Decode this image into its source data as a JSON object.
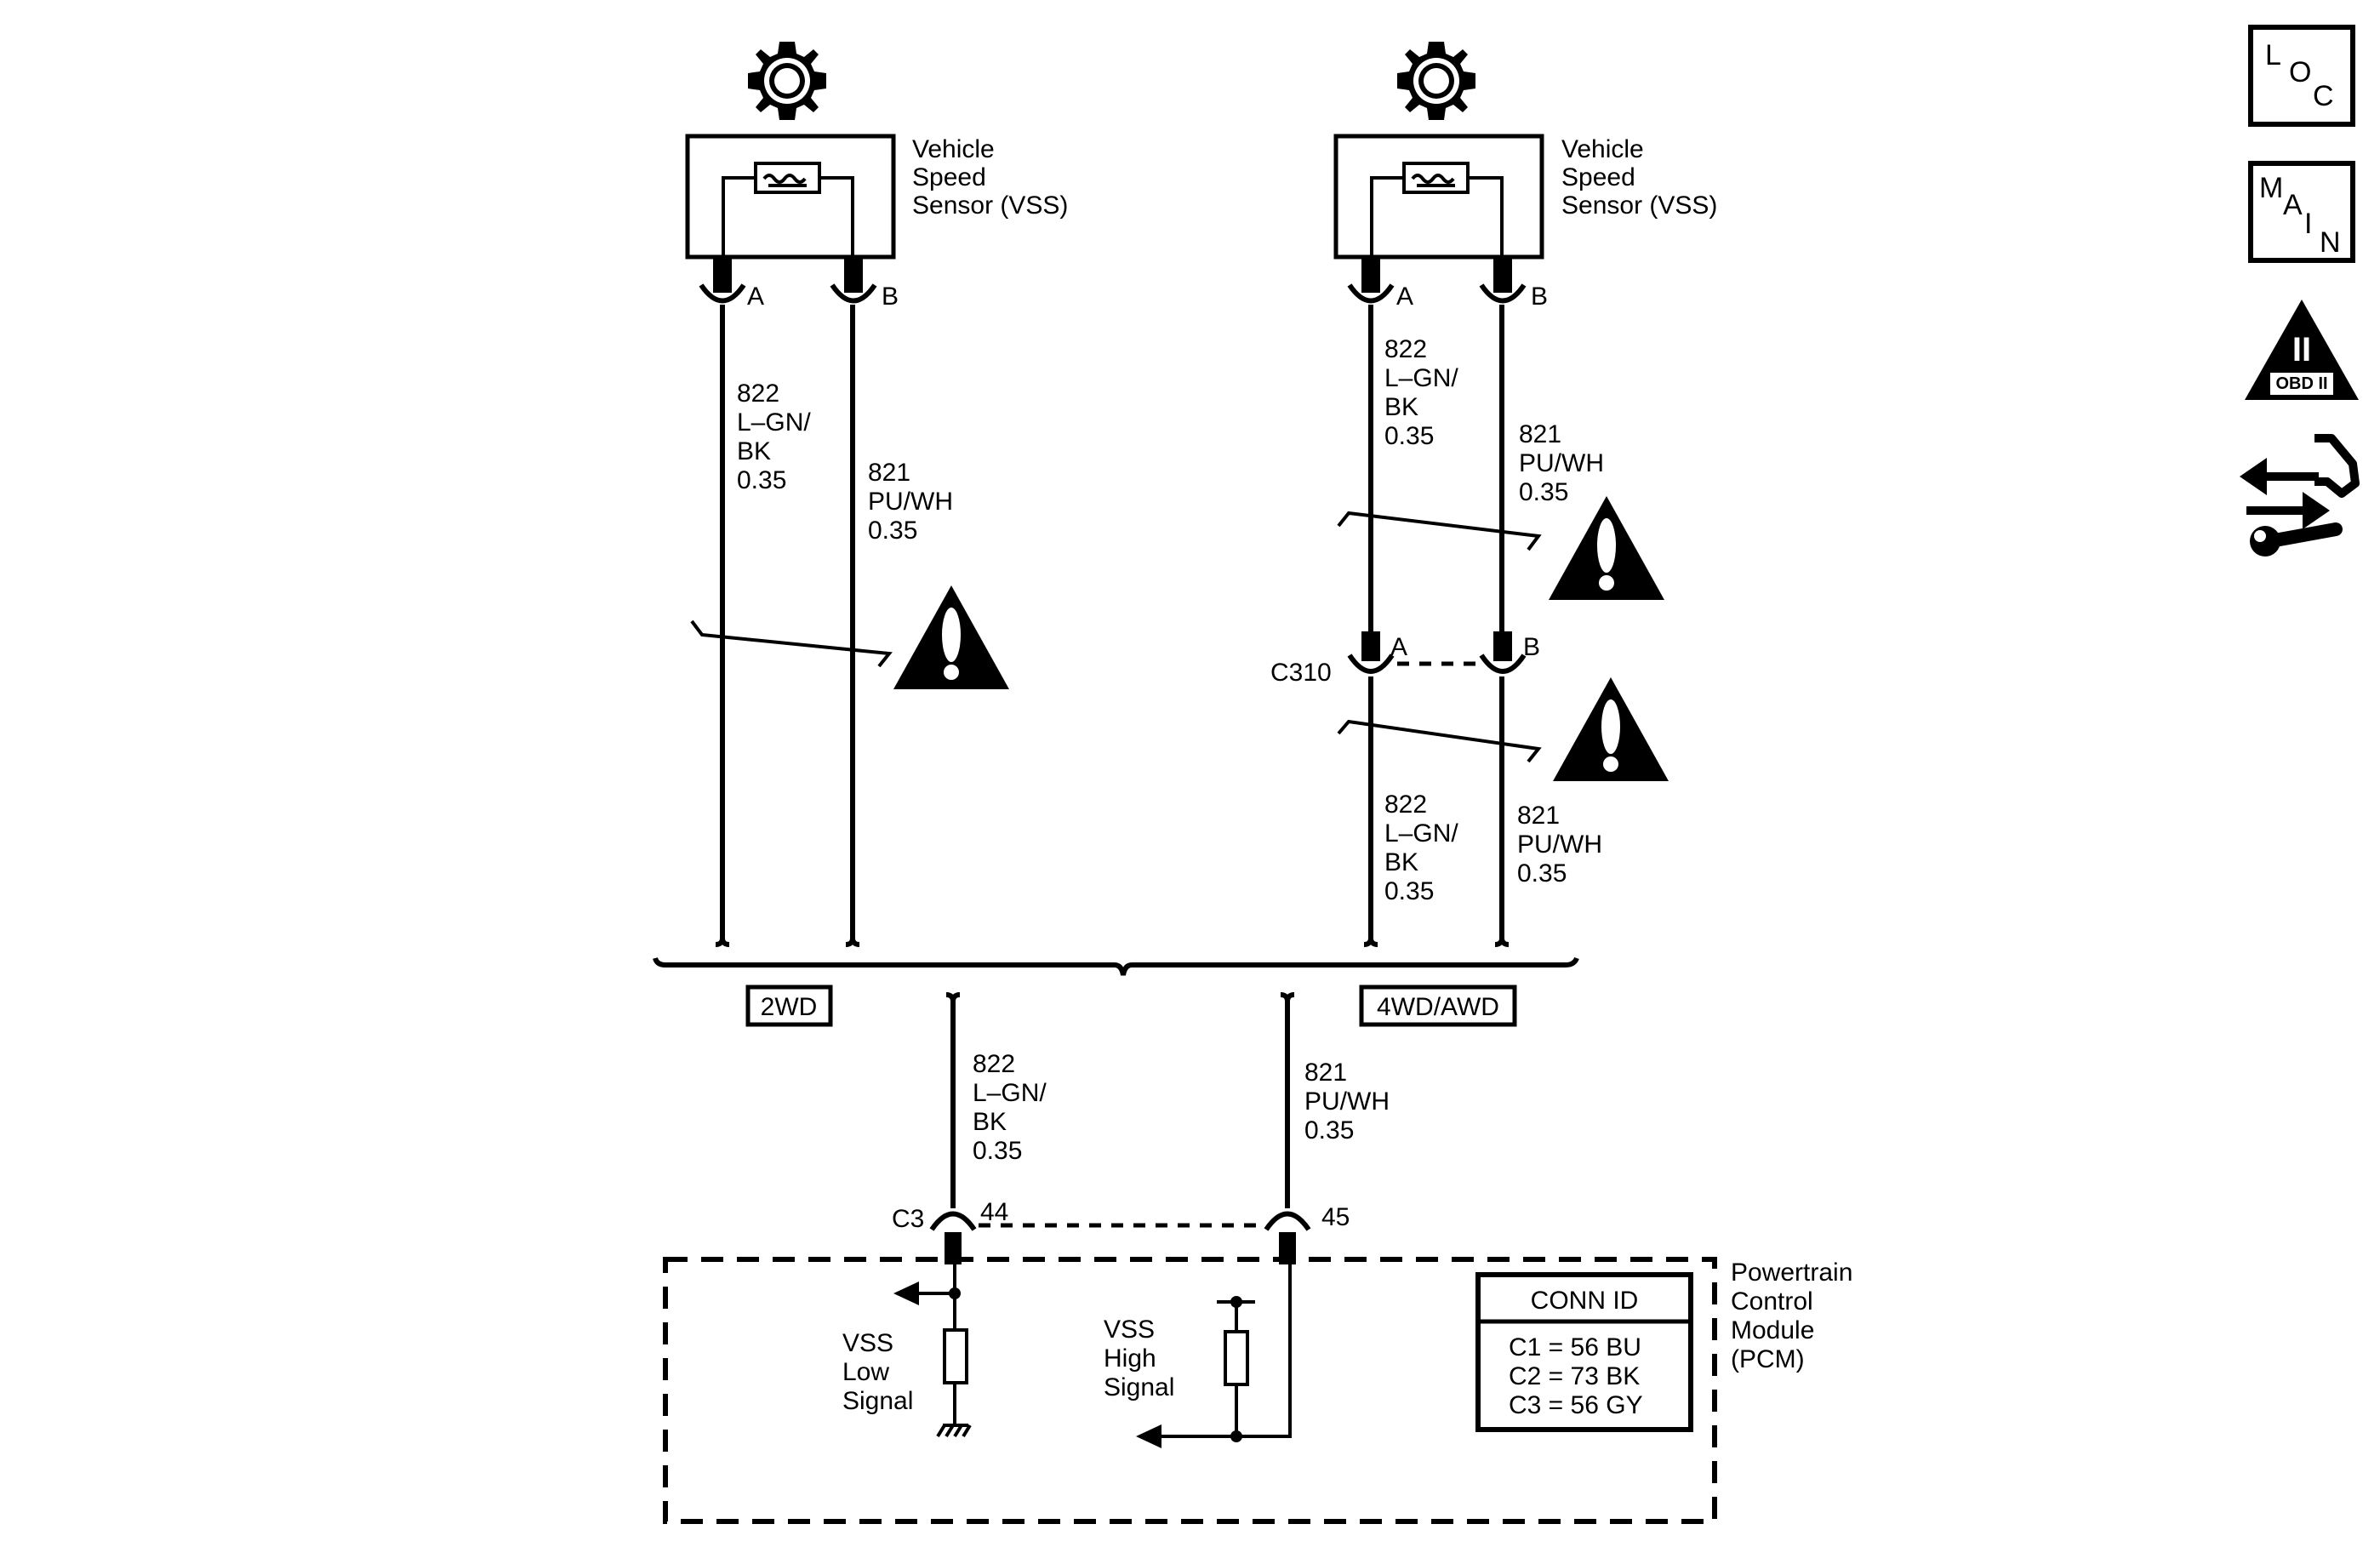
{
  "colors": {
    "line": "#000000",
    "background": "#ffffff"
  },
  "left_sensor": {
    "name_lines": [
      "Vehicle",
      "Speed",
      "Sensor (VSS)"
    ],
    "pin_a": "A",
    "pin_b": "B",
    "wire_a": [
      "822",
      "L–GN/",
      "BK",
      "0.35"
    ],
    "wire_b": [
      "821",
      "PU/WH",
      "0.35"
    ]
  },
  "right_sensor": {
    "name_lines": [
      "Vehicle",
      "Speed",
      "Sensor (VSS)"
    ],
    "pin_a": "A",
    "pin_b": "B",
    "wire_a_upper": [
      "822",
      "L–GN/",
      "BK",
      "0.35"
    ],
    "wire_b_upper": [
      "821",
      "PU/WH",
      "0.35"
    ],
    "connector": "C310",
    "connector_pin_a": "A",
    "connector_pin_b": "B",
    "wire_a_lower": [
      "822",
      "L–GN/",
      "BK",
      "0.35"
    ],
    "wire_b_lower": [
      "821",
      "PU/WH",
      "0.35"
    ]
  },
  "options": {
    "left": "2WD",
    "right": "4WD/AWD"
  },
  "pcm_wires": {
    "low": [
      "822",
      "L–GN/",
      "BK",
      "0.35"
    ],
    "high": [
      "821",
      "PU/WH",
      "0.35"
    ],
    "connector": "C3",
    "pin_low": "44",
    "pin_high": "45"
  },
  "pcm": {
    "name_lines": [
      "Powertrain",
      "Control",
      "Module",
      "(PCM)"
    ],
    "low_signal": [
      "VSS",
      "Low",
      "Signal"
    ],
    "high_signal": [
      "VSS",
      "High",
      "Signal"
    ],
    "conn_id_title": "CONN ID",
    "conn_id_rows": [
      "C1 = 56 BU",
      "C2 = 73 BK",
      "C3 = 56 GY"
    ]
  },
  "side_icons": {
    "loc": [
      "L",
      "O",
      "C"
    ],
    "main": [
      "M",
      "A",
      "I",
      "N"
    ],
    "obd_numeral": "II",
    "obd_label": "OBD II",
    "icon_names": [
      "location-view-icon",
      "main-schematic-icon",
      "obd-ii-icon",
      "navigation-tool-icon"
    ]
  }
}
